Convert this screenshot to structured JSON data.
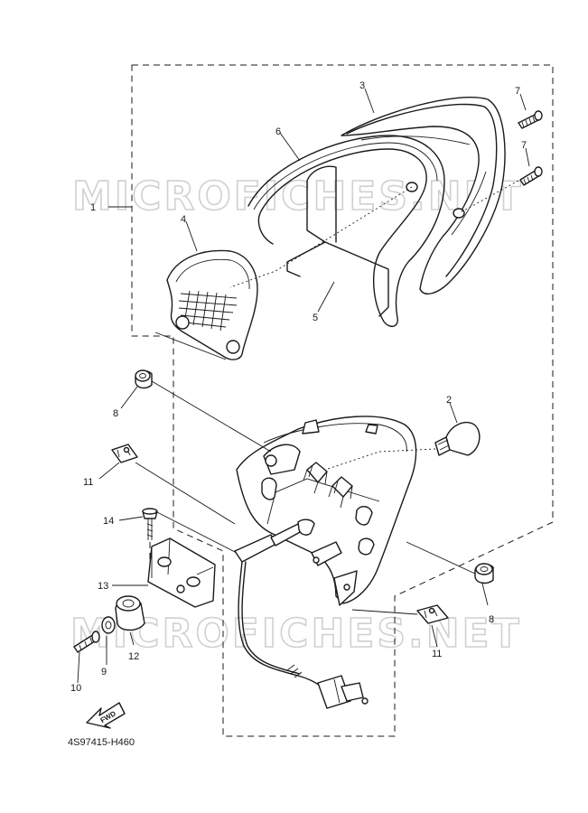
{
  "watermark": "MICROFICHES.NET",
  "diagram_code": "4S97415-H460",
  "direction_label": "FWD",
  "callouts": {
    "c1": "1",
    "c2": "2",
    "c3": "3",
    "c4": "4",
    "c5": "5",
    "c6": "6",
    "c7a": "7",
    "c7b": "7",
    "c8a": "8",
    "c8b": "8",
    "c9": "9",
    "c10": "10",
    "c11a": "11",
    "c11b": "11",
    "c12": "12",
    "c13": "13",
    "c14": "14"
  }
}
